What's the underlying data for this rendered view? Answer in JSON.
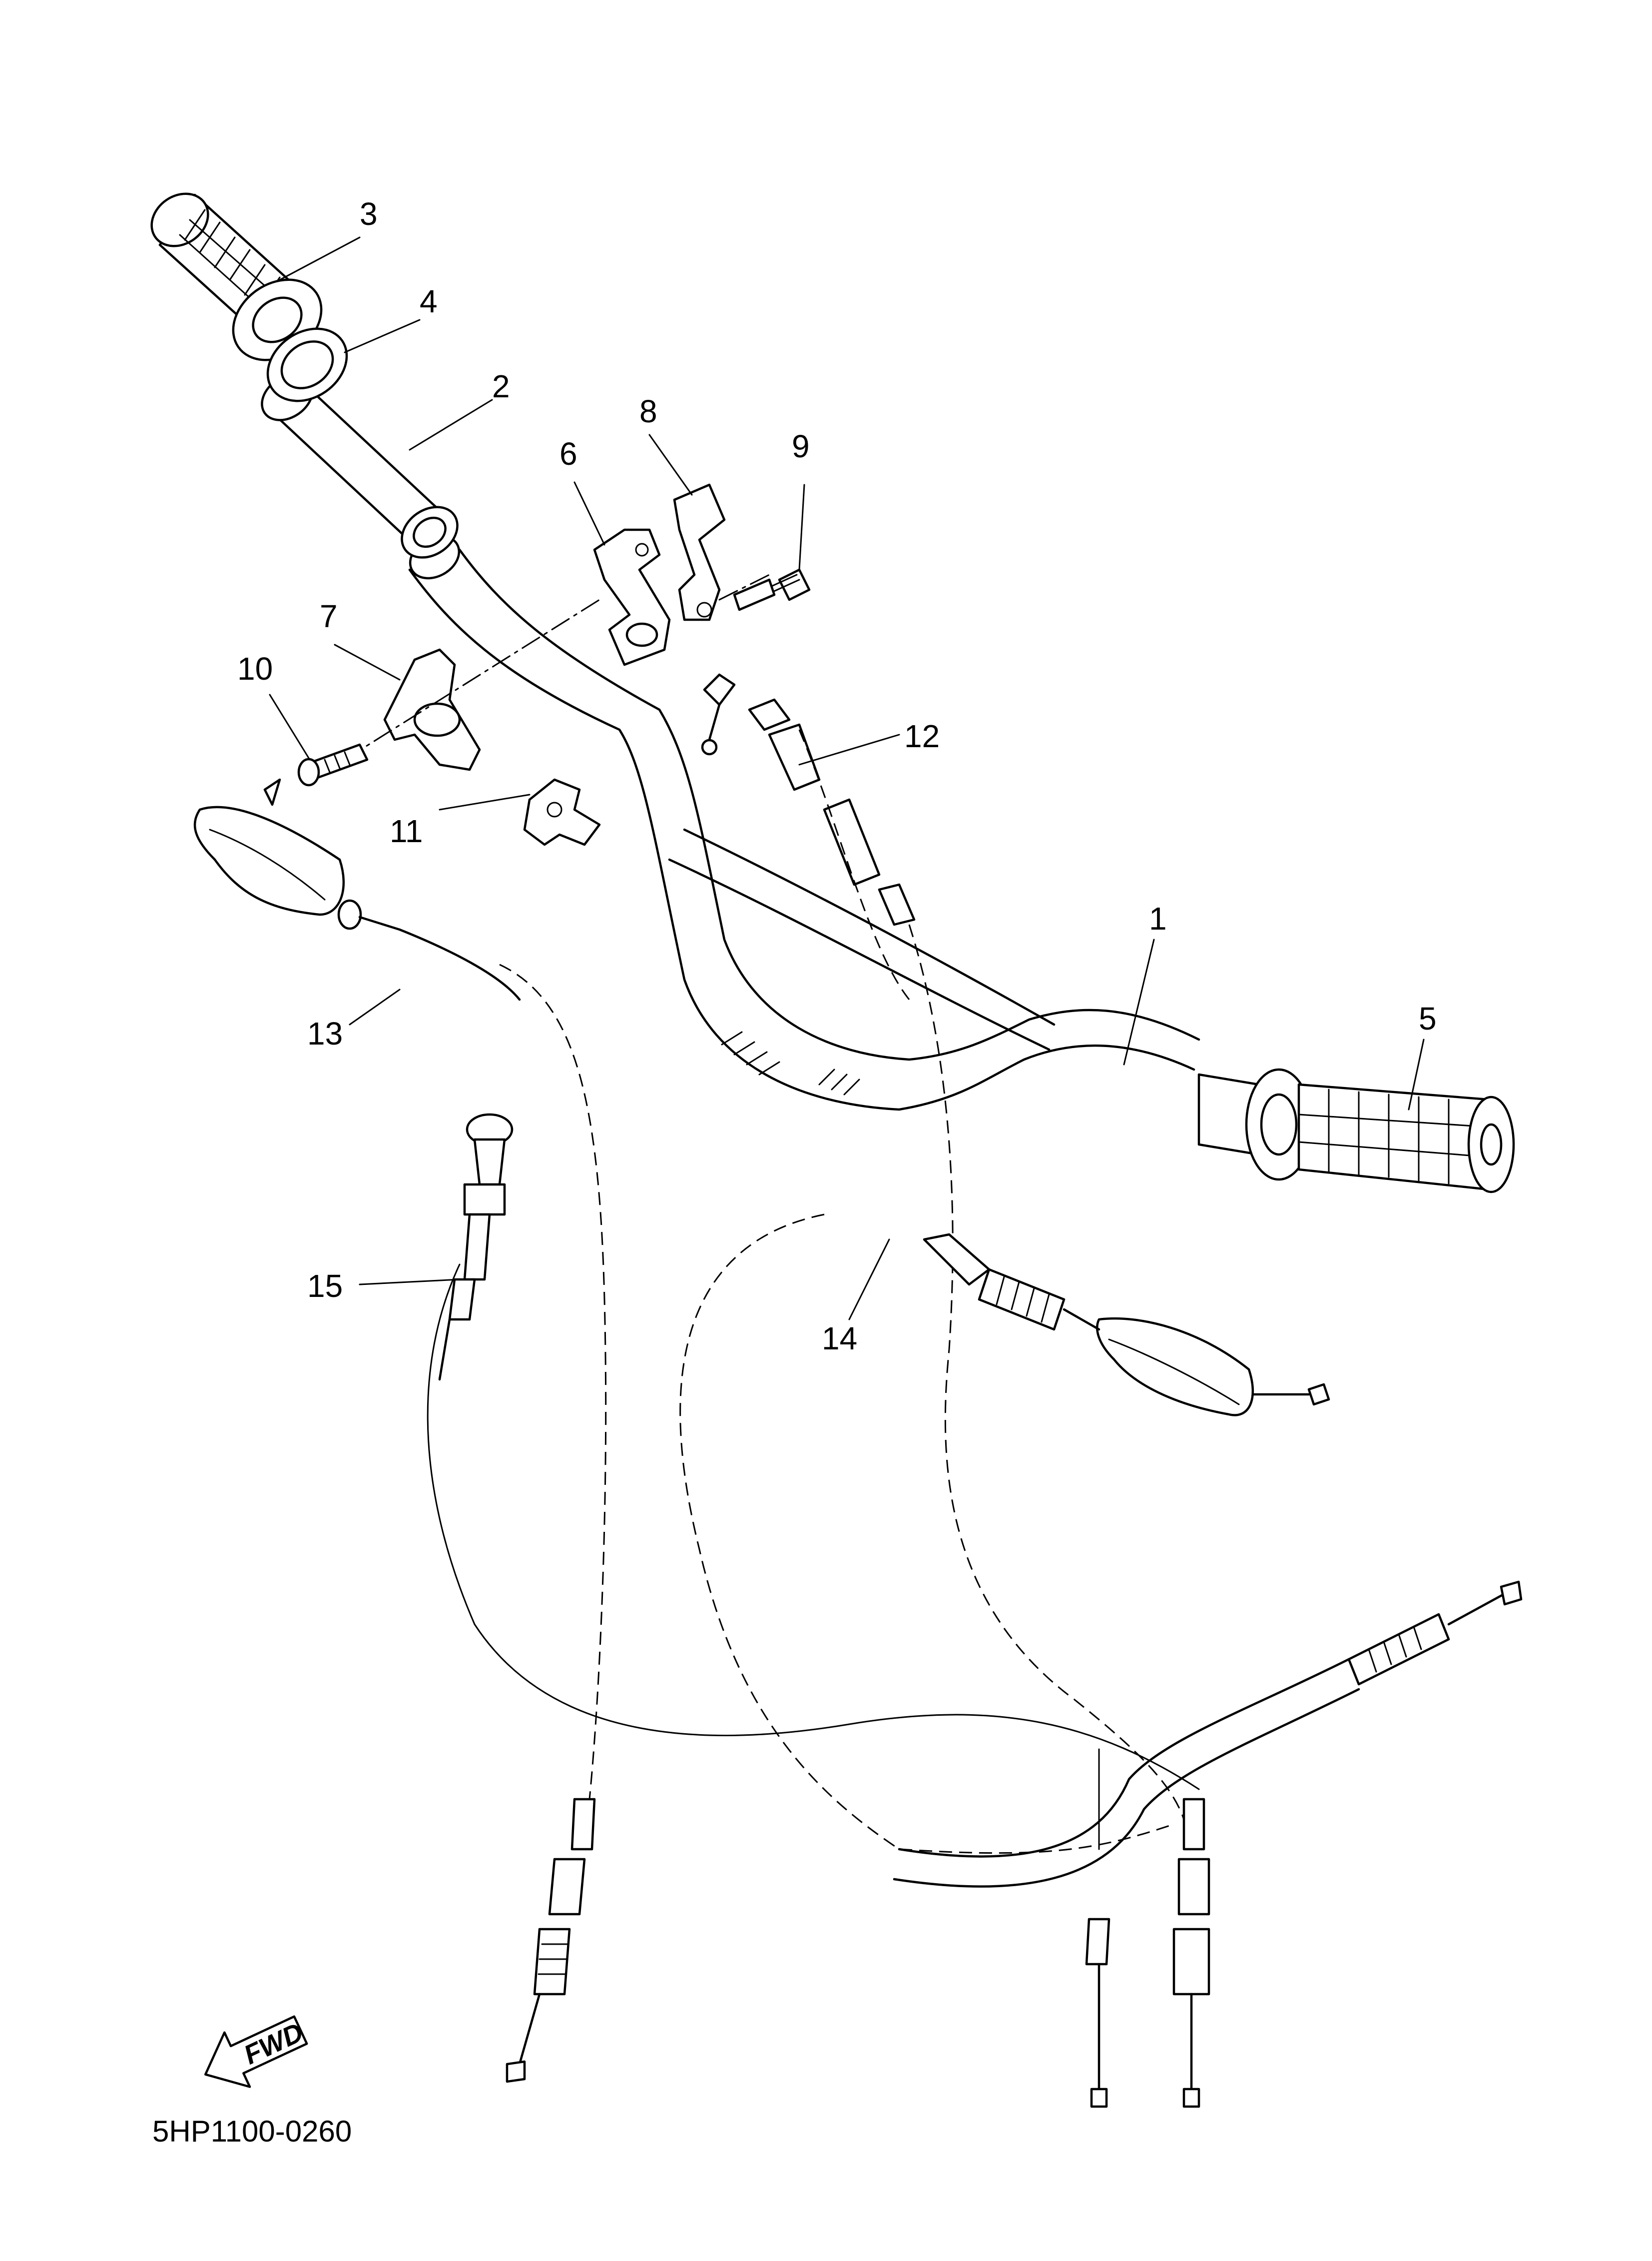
{
  "diagram": {
    "drawing_number": "5HP1100-0260",
    "fwd_label": "FWD",
    "callouts": [
      {
        "part": "1",
        "label": "1"
      },
      {
        "part": "2",
        "label": "2"
      },
      {
        "part": "3",
        "label": "3"
      },
      {
        "part": "4",
        "label": "4"
      },
      {
        "part": "5",
        "label": "5"
      },
      {
        "part": "6",
        "label": "6"
      },
      {
        "part": "7",
        "label": "7"
      },
      {
        "part": "8",
        "label": "8"
      },
      {
        "part": "9",
        "label": "9"
      },
      {
        "part": "10",
        "label": "10"
      },
      {
        "part": "11",
        "label": "11"
      },
      {
        "part": "12",
        "label": "12"
      },
      {
        "part": "13",
        "label": "13"
      },
      {
        "part": "14",
        "label": "14"
      },
      {
        "part": "15",
        "label": "15"
      }
    ]
  }
}
